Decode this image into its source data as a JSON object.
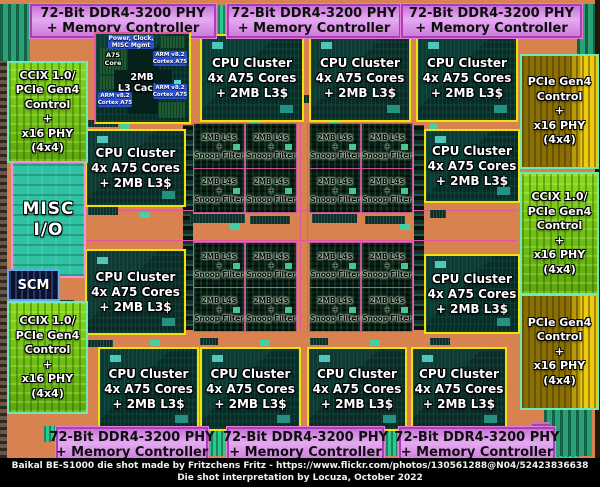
{
  "colors": {
    "die_copper": "#d8824f",
    "banner_purple": "#e5aaf2",
    "banner_border": "#a83fba",
    "cluster_border_yellow": "#f2e006",
    "ccix_green": "#74c414",
    "pcie_gold": "#a08406",
    "misc_teal": "#2ec2a2",
    "misc_border_pink": "#ef93dd",
    "scm_navy": "#0a1430",
    "mesh_pink": "#e0569f",
    "arm_label_blue": "#2b4fd0"
  },
  "ddr_banner": {
    "lines": [
      "72-Bit DDR4-3200 PHY",
      "+ Memory Controller"
    ],
    "count": 6
  },
  "cpu_cluster": {
    "lines": [
      "CPU Cluster",
      "4x A75 Cores",
      "+ 2MB L3$"
    ],
    "count": 11
  },
  "l4_tile": {
    "lines": [
      "2MB L4$",
      "+",
      "Snoop Filter"
    ],
    "count": 16
  },
  "detailed_cluster": {
    "power_mgmt": {
      "lines": [
        "Power, Clock,",
        "MISC Mgmt"
      ]
    },
    "a75_core": {
      "lines": [
        "A75",
        "Core"
      ]
    },
    "l3_cache": {
      "lines": [
        "2MB",
        "L3 Cache"
      ]
    },
    "arm_core": {
      "lines": [
        "ARM v8.2",
        "Cortex A75"
      ],
      "count": 3
    }
  },
  "ccix_block": {
    "lines": [
      "CCIX 1.0/",
      "PCIe Gen4",
      "Control",
      "+",
      "x16 PHY",
      "(4x4)"
    ],
    "count": 3
  },
  "pcie_block": {
    "lines": [
      "PCIe Gen4",
      "Control",
      "+",
      "x16 PHY",
      "(4x4)"
    ],
    "count": 2
  },
  "misc_io": {
    "lines": [
      "MISC",
      "I/O"
    ]
  },
  "scm": {
    "label": "SCM"
  },
  "caption": {
    "line1": "Baikal BE-S1000 die shot made by Fritzchens Fritz - https://www.flickr.com/photos/130561288@N04/52423836638",
    "line2": "Die shot interpretation by Locuza, October 2022"
  }
}
